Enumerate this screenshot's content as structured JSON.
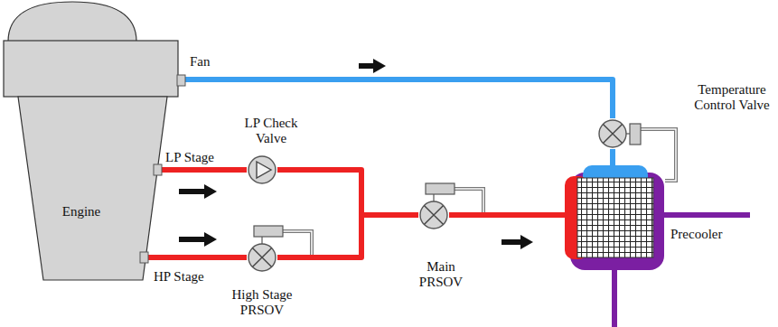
{
  "diagram": {
    "nodes": [
      {
        "text": [
          "Engine"
        ]
      },
      {
        "text": [
          "LP Check Valve"
        ]
      },
      {
        "text": [
          "High Stage PRSOV"
        ]
      },
      {
        "text": [
          "Main PRSOV"
        ]
      },
      {
        "text": [
          "Temperature Control Valve"
        ]
      },
      {
        "text": [
          "Precooler"
        ]
      }
    ],
    "edges": [
      {
        "from": 0,
        "to": 4,
        "label": "Fan",
        "arrow": "none"
      },
      {
        "from": 0,
        "to": 1,
        "label": "LP Stage",
        "arrow": "none"
      },
      {
        "from": 0,
        "to": 2,
        "label": "HP Stage",
        "arrow": "none"
      },
      {
        "from": 1,
        "to": 3,
        "arrow": "none"
      },
      {
        "from": 2,
        "to": 3,
        "arrow": "none"
      },
      {
        "from": 3,
        "to": 5,
        "arrow": "none"
      },
      {
        "from": 4,
        "to": 5,
        "arrow": "none"
      }
    ]
  }
}
